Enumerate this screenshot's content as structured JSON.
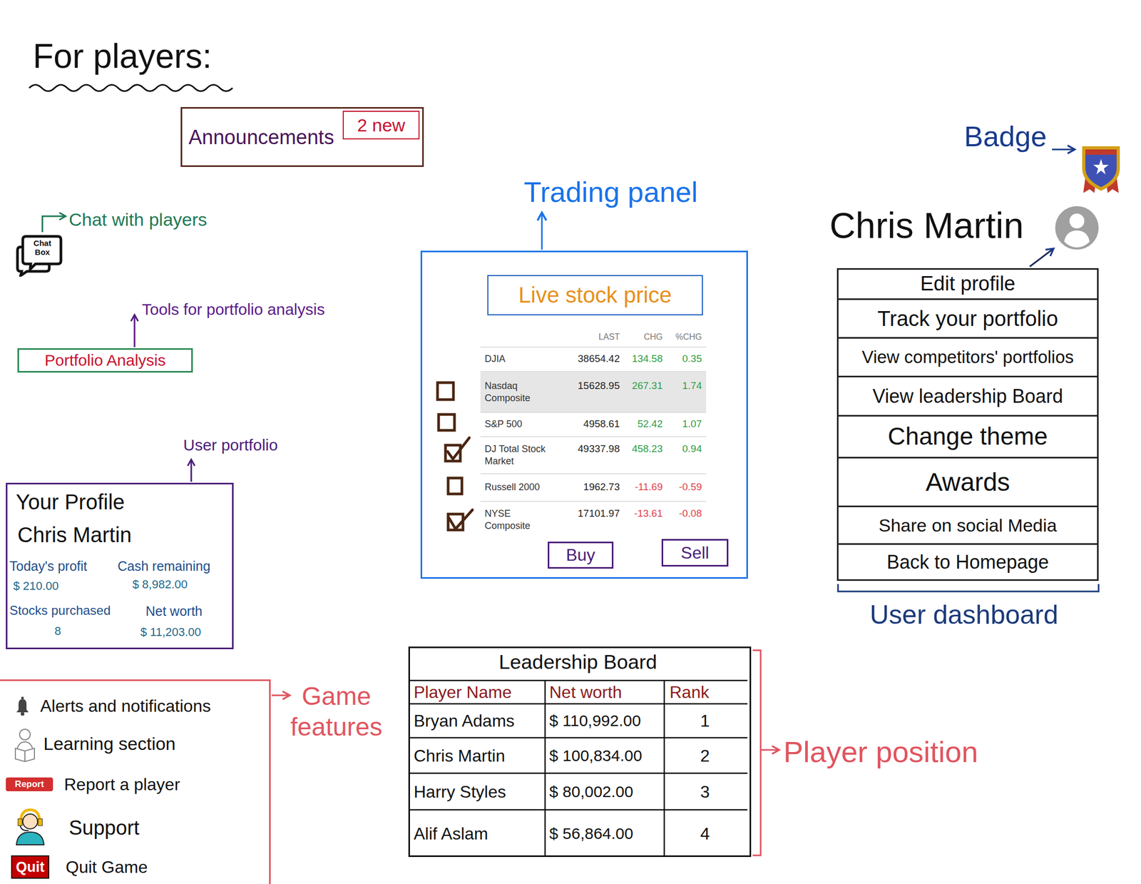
{
  "diagram": {
    "title": "For players:",
    "nodes": [
      {
        "text": [
          "Announcements"
        ]
      },
      {
        "text": [
          "2 new"
        ],
        "in": 0
      },
      {
        "text": [
          "Chat Box"
        ]
      },
      {
        "text": [
          "Portfolio Analysis"
        ]
      },
      {
        "text": [
          "Your Profile",
          "Chris Martin",
          "Today's profit",
          "$ 210.00",
          "Cash remaining",
          "$ 8,982.00",
          "Stocks purchased",
          "8",
          "Net worth",
          "$ 11,203.00"
        ]
      },
      {
        "text": [
          "LAST",
          "CHG",
          "%CHG",
          "DJIA",
          "38654.42",
          "134.58",
          "0.35",
          "Nasdaq Composite",
          "15628.95",
          "267.31",
          "1.74",
          "S&P 500",
          "4958.61",
          "52.42",
          "1.07",
          "DJ Total Stock Market",
          "49337.98",
          "458.23",
          "0.94",
          "Russell 2000",
          "1962.73",
          "-11.69",
          "-0.59",
          "NYSE Composite",
          "17101.97",
          "-13.61",
          "-0.08"
        ]
      },
      {
        "text": [
          "Live stock price"
        ],
        "in": 5
      },
      {
        "text": [
          "Buy"
        ],
        "in": 5
      },
      {
        "text": [
          "Sell"
        ],
        "in": 5
      },
      {
        "text": [
          "Chris Martin"
        ]
      },
      {
        "text": [
          "Edit profile"
        ],
        "in": 9
      },
      {
        "text": [
          "Track your portfolio"
        ],
        "in": 9
      },
      {
        "text": [
          "View competitors' portfolios"
        ],
        "in": 9
      },
      {
        "text": [
          "View leadership Board"
        ],
        "in": 9
      },
      {
        "text": [
          "Change theme"
        ],
        "in": 9
      },
      {
        "text": [
          "Awards"
        ],
        "in": 9
      },
      {
        "text": [
          "Share on social Media"
        ],
        "in": 9
      },
      {
        "text": [
          "Back to Homepage"
        ],
        "in": 9
      },
      {
        "text": [
          "Leadership Board",
          "Player Name",
          "Net worth",
          "Rank",
          "Bryan Adams",
          "$ 110,992.00",
          "1",
          "Chris Martin",
          "$ 100,834.00",
          "2",
          "Harry Styles",
          "$ 80,002.00",
          "3",
          "Alif Aslam",
          "$ 56,864.00",
          "4"
        ]
      },
      {
        "text": [
          "Alerts and notifications",
          "Learning section",
          "Report a player",
          "Support",
          "Quit Game"
        ]
      },
      {
        "text": [
          "Report"
        ],
        "in": 19
      },
      {
        "text": [
          "Quit"
        ],
        "in": 19
      }
    ],
    "labels": [
      "Chat with players",
      "Tools for portfolio analysis",
      "User portfolio",
      "Trading panel",
      "Badge",
      "User dashboard",
      "Game features",
      "Player position"
    ]
  }
}
